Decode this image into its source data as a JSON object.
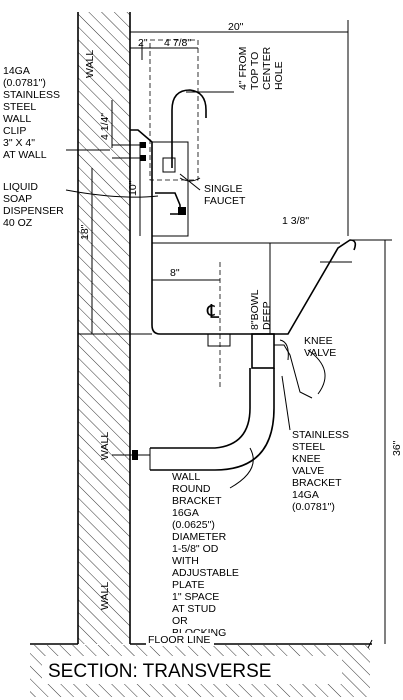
{
  "labels": {
    "wall_top": "WALL",
    "wall_mid": "WALL",
    "wall_bot": "WALL",
    "clip": [
      "14GA",
      "(0.0781\")",
      "STAINLESS",
      "STEEL",
      "WALL",
      "CLIP",
      "3\" X 4\"",
      "AT WALL"
    ],
    "soap": [
      "LIQUID",
      "SOAP",
      "DISPENSER",
      "40 OZ"
    ],
    "faucet": [
      "SINGLE",
      "FAUCET"
    ],
    "from_top": [
      "4\" FROM",
      "TOP TO",
      "CENTER",
      "HOLE"
    ],
    "knee_valve": [
      "KNEE",
      "VALVE"
    ],
    "knee_bracket": [
      "STAINLESS",
      "STEEL",
      "KNEE",
      "VALVE",
      "BRACKET",
      "14GA",
      "(0.0781\")"
    ],
    "round_bracket": [
      "WALL",
      "ROUND",
      "BRACKET",
      "16GA",
      "(0.0625\")",
      "DIAMETER",
      "1-5/8\" OD",
      "WITH",
      "ADJUSTABLE",
      "PLATE",
      "1\" SPACE",
      "AT STUD",
      "OR",
      "BLOCKING"
    ],
    "bowl_deep": [
      "8\"BOWL",
      "DEEP"
    ],
    "floor_line": "FLOOR LINE",
    "title": "SECTION: TRANSVERSE",
    "centerline": "℄"
  },
  "dimensions": {
    "d20": "20\"",
    "d2": "2\"",
    "d478": "4 7/8\"",
    "d414": "4 1/4\"",
    "d10": "10\"",
    "d18": "18\"",
    "d8": "8\"",
    "d138": "1 3/8\"",
    "d36": "36\""
  }
}
